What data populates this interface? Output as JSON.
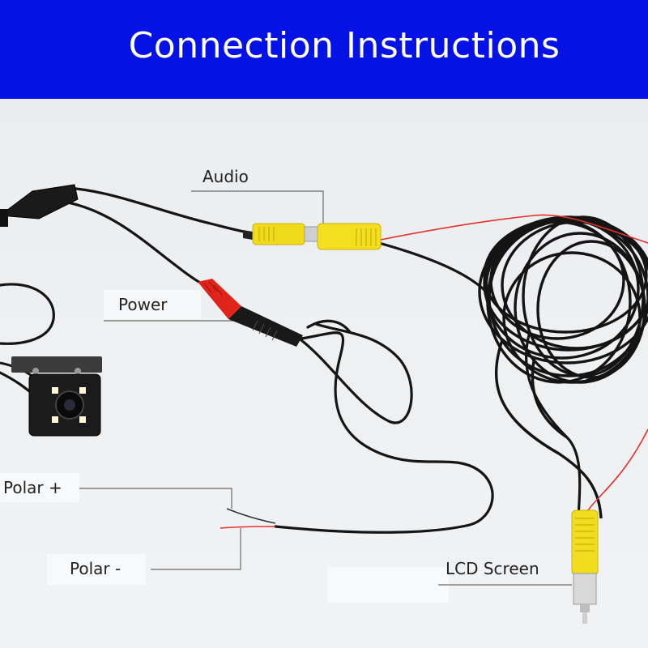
{
  "header": {
    "title": "Connection Instructions",
    "background": "#0512e6",
    "text_color": "#ffffff"
  },
  "labels": {
    "audio": "Audio",
    "power": "Power",
    "polar_plus": "Polar +",
    "polar_minus": "Polar -",
    "lcd_screen": "LCD Screen"
  },
  "colors": {
    "cable": "#161616",
    "rca_yellow": "#f1dc1d",
    "power_red": "#e0241b",
    "wire_red": "#e83a26",
    "leader_line": "#666666"
  }
}
